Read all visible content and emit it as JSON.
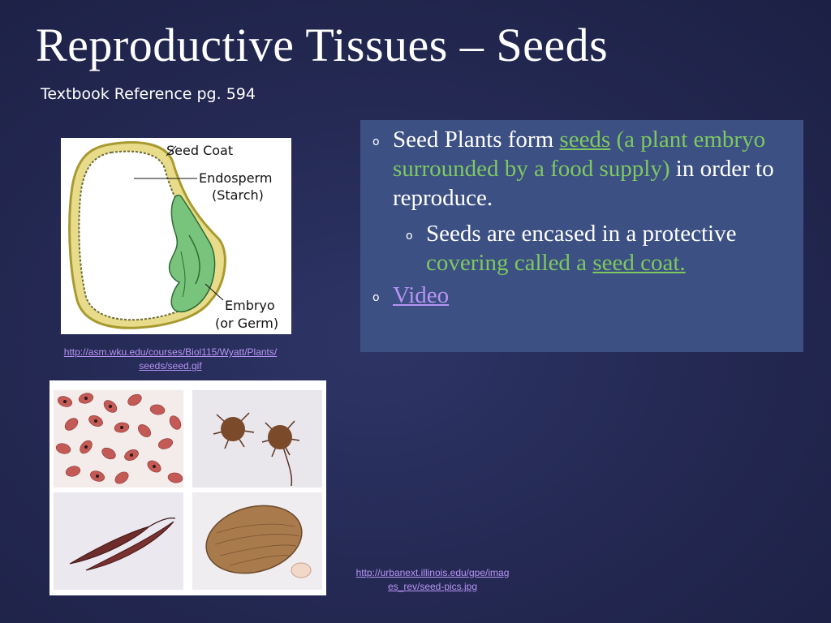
{
  "slide": {
    "title": "Reproductive Tissues – Seeds",
    "subtitle": "Textbook Reference pg. 594"
  },
  "diagram": {
    "labels": {
      "seed_coat": "Seed Coat",
      "endosperm": "Endosperm",
      "starch": "(Starch)",
      "embryo": "Embryo",
      "germ": "(or Germ)"
    },
    "caption_line1": "http://asm.wku.edu/courses/Biol115/Wyatt/Plants/",
    "caption_line2": "seeds/seed.gif"
  },
  "photos": {
    "caption_line1": "http://urbanext.illinois.edu/gpe/imag",
    "caption_line2": "es_rev/seed-pics.jpg"
  },
  "bullets": {
    "b1_part1": "Seed Plants form ",
    "b1_link": "seeds",
    "b1_green": " (a plant embryo surrounded by a food supply)",
    "b1_part2": " in order to reproduce.",
    "b2_part1": "Seeds are  encased in a protective ",
    "b2_green": "covering called a ",
    "b2_link": "seed coat.",
    "b3_link": "Video",
    "marker": "o"
  },
  "colors": {
    "background": "#252a55",
    "textbox": "#3c5083",
    "highlight_green": "#7ec860",
    "link_purple": "#b794f4"
  }
}
